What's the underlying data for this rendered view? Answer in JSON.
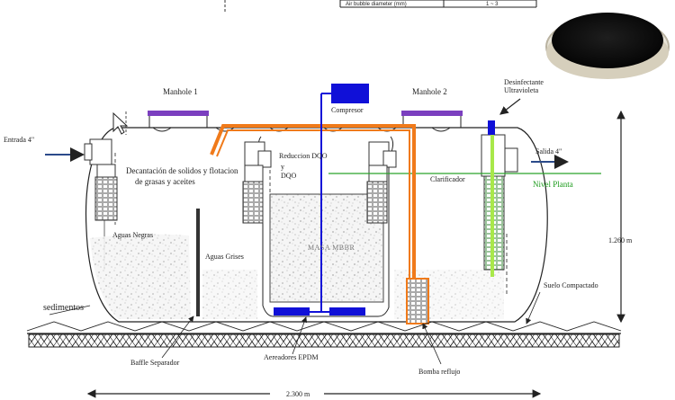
{
  "top_table": {
    "row_label": "Air bubble diameter (mm)",
    "row_value": "1 ~ 3"
  },
  "labels": {
    "manhole1": "Manhole 1",
    "manhole2": "Manhole 2",
    "compresor": "Compresor",
    "desinfectante_line1": "Desinfectante",
    "desinfectante_line2": "Ultravioleta",
    "entrada": "Entrada 4\"",
    "salida": "Salida 4\"",
    "decantacion_line1": "Decantación de solidos y flotacion",
    "decantacion_line2": "de grasas y aceites",
    "reduccion_line1": "Reduccion DQO",
    "reduccion_line2": "y",
    "reduccion_line3": "DQO",
    "clarificador": "Clarificador",
    "nivel_planta": "Nivel Planta",
    "aguas_negras": "Aguas Negras",
    "aguas_grises": "Aguas Grises",
    "masa_mbbr": "MASA MBBR",
    "sedimentos": "sedimentos",
    "suelo_compactado": "Suelo Compactado",
    "baffle": "Baffle Separador",
    "aereadores": "Aereadores EPDM",
    "bomba": "Bomba reflujo",
    "height_dim": "1.260 m",
    "width_dim": "2.300 m"
  },
  "colors": {
    "manhole_lid": "#7b3fbf",
    "orange_pipe": "#f07a1a",
    "blue_pipe": "#1010d8",
    "green_level": "#2aa52a",
    "uv_light": "#a8e84a",
    "disc": "#111111"
  }
}
